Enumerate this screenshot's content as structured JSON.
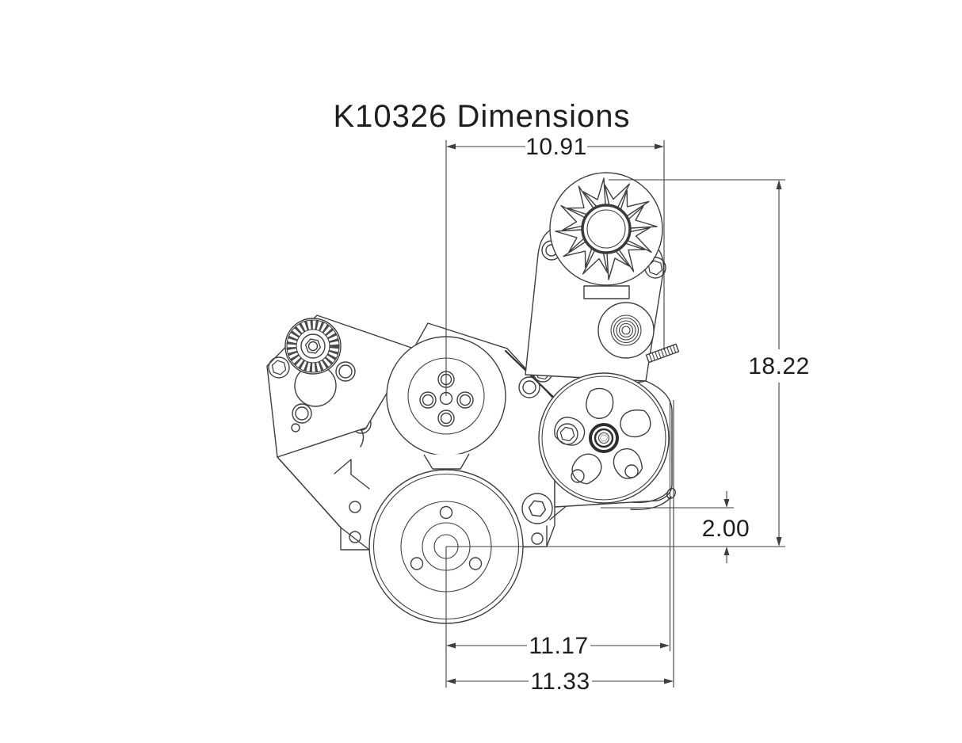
{
  "title": "K10326 Dimensions",
  "colors": {
    "line": "#3f3f3f",
    "bold_line": "#303030",
    "text": "#1e1e1e",
    "background": "#ffffff"
  },
  "dimensions": {
    "top_width": {
      "label": "10.91"
    },
    "overall_height": {
      "label": "18.22"
    },
    "lower_offset": {
      "label": "2.00"
    },
    "bottom_width_inner": {
      "label": "11.17"
    },
    "bottom_width_outer": {
      "label": "11.33"
    }
  }
}
